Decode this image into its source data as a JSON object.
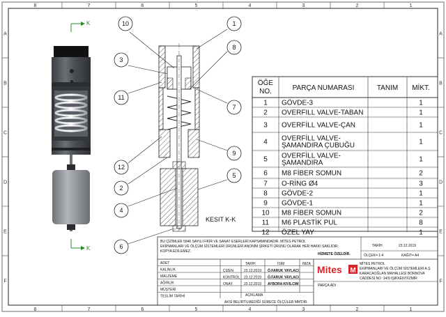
{
  "zones": {
    "columns": [
      "8",
      "7",
      "6",
      "5",
      "4",
      "3",
      "2",
      "1"
    ],
    "rows": [
      "A",
      "B",
      "C",
      "D",
      "E",
      "F"
    ]
  },
  "section": {
    "marker": "K",
    "label": "KESIT K-K"
  },
  "balloons": [
    "10",
    "3",
    "11",
    "12",
    "2",
    "4",
    "6",
    "1",
    "8",
    "7",
    "9",
    "5"
  ],
  "bom": {
    "headers": [
      "ÖĞE NO.",
      "PARÇA NUMARASI",
      "TANIM",
      "MİKT."
    ],
    "rows": [
      {
        "no": "1",
        "part": "GÖVDE-3",
        "desc": "",
        "qty": "1"
      },
      {
        "no": "2",
        "part": "OVERFILL VALVE-TABAN",
        "desc": "",
        "qty": "1"
      },
      {
        "no": "3",
        "part": "OVERFİLL VALVE-ÇAN",
        "desc": "",
        "qty": "1"
      },
      {
        "no": "4",
        "part": "OVERFİLL VALVE-ŞAMANDIRA ÇUBUĞU",
        "desc": "",
        "qty": "1"
      },
      {
        "no": "5",
        "part": "OVERFİLL VALVE-ŞAMANDIRA",
        "desc": "",
        "qty": "1"
      },
      {
        "no": "6",
        "part": "M8 FİBER SOMUN",
        "desc": "",
        "qty": "2"
      },
      {
        "no": "7",
        "part": "O-RİNG Ø4",
        "desc": "",
        "qty": "3"
      },
      {
        "no": "8",
        "part": "GÖVDE-2",
        "desc": "",
        "qty": "1"
      },
      {
        "no": "9",
        "part": "GÖVDE-1",
        "desc": "",
        "qty": "1"
      },
      {
        "no": "10",
        "part": "M8 FİBER SOMUN",
        "desc": "",
        "qty": "2"
      },
      {
        "no": "11",
        "part": "M6 PLASTİK PUL",
        "desc": "",
        "qty": "8"
      },
      {
        "no": "12",
        "part": "ÖZEL YAY",
        "desc": "",
        "qty": "1"
      }
    ]
  },
  "title_block": {
    "notice": [
      "BU ÇİZİMLER 5846 SAYILI FİKİR VE SANAT ESERLERİ KAPSAMINDADIR. MİTES PETROL",
      "EKİPMANLARI VE ÖLÇÜM SİSTEMLERİ ÜRÜNLERİ ANONİM ŞİRKETİ ÜRÜNÜ OLARAK HER HAKKI SAKLIDIR.",
      "KOPYA EDİLEMEZ."
    ],
    "service": "HİZMETE ÖZELDİR.",
    "date_label": "TARİH",
    "date_value": "23.12.2019",
    "scale": "ÖLÇEK= 1:4",
    "paper": "KAĞIT= A4",
    "labels": [
      "ADET",
      "KALINLIK",
      "MALZEME",
      "AĞIRLIK",
      "MÜŞTERİ",
      "TESLİM TARİHİ"
    ],
    "approvals_header": [
      "TARİH",
      "İSİM",
      "İMZA"
    ],
    "approvals": [
      {
        "role": "ÇİZEN",
        "date": "23.12.2019",
        "name": "Ö.FARUK YAYLACI"
      },
      {
        "role": "KONTROL",
        "date": "23.12.2019",
        "name": "Ö.FARUK YAYLACI"
      },
      {
        "role": "ONAY",
        "date": "23.12.2019",
        "name": "AYBORA KIVILCIM"
      }
    ],
    "aciklama": "AÇIKLAMA",
    "tolerance_note": "AKSİ BELİRTİLMEDİĞİ SÜRECE ÖLÇÜLER MM'DİR.",
    "logo_text": "Mites",
    "company": [
      "MİTES PETROL",
      "EKİPMANLARI VE ÖLÇÜM SİSTEMLERİ A.Ş",
      "KARACAOĞLAN MAHALLESİ BORNOVA",
      "CADDESİ NO :14/9 IŞIKKENT/İZMİR"
    ],
    "part_name_label": "PARÇA ADI"
  },
  "colors": {
    "logo_red": "#d6262a",
    "body_dark": "#4a4d52",
    "float_gray": "#8d9096",
    "bom_border": "#333333"
  }
}
